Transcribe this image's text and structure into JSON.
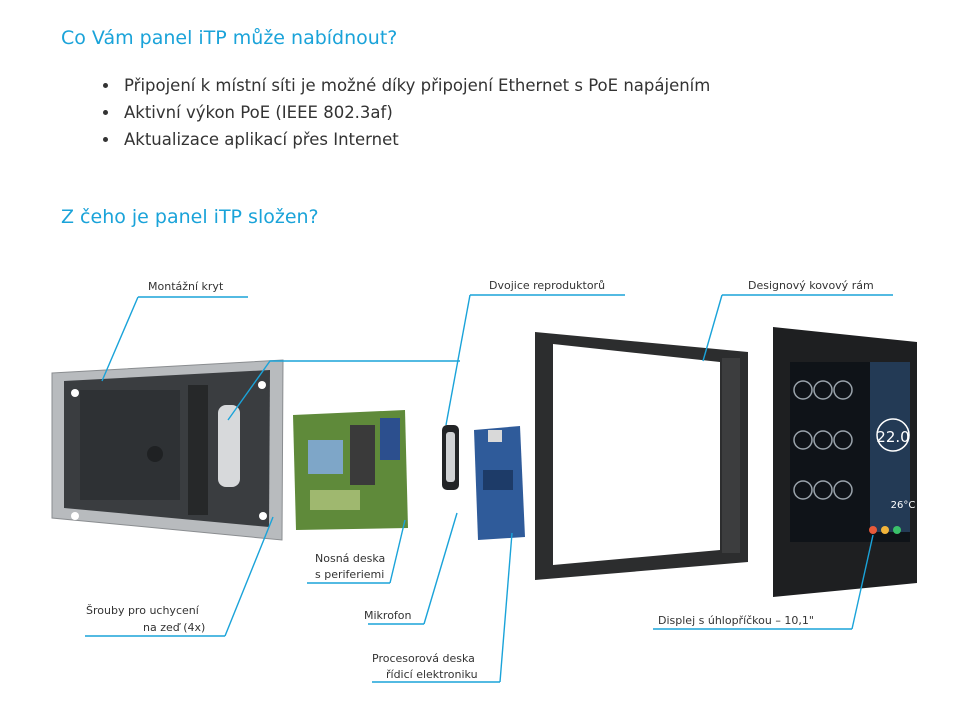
{
  "section1": {
    "heading": "Co Vám panel iTP může nabídnout?",
    "bullets": [
      "Připojení k místní síti je možné díky připojení Ethernet s PoE napájením",
      "Aktivní výkon PoE (IEEE 802.3af)",
      "Aktualizace aplikací přes Internet"
    ]
  },
  "section2": {
    "heading": "Z čeho je panel iTP složen?"
  },
  "diagram": {
    "labels": {
      "mounting_cover": "Montážní kryt",
      "speakers": "Dvojice reproduktorů",
      "frame": "Designový kovový rám",
      "carrier_board_line1": "Nosná deska",
      "carrier_board_line2": "s periferiemi",
      "screws_line1": "Šrouby pro uchycení",
      "screws_line2": "na zeď (4x)",
      "microphone": "Mikrofon",
      "cpu_board_line1": "Procesorová deska",
      "cpu_board_line2": "řídicí elektroniku",
      "display": "Displej s úhlopříčkou – 10,1\""
    },
    "screen": {
      "temperature": "22.0",
      "outdoor_temp": "26°C"
    },
    "accent_color": "#1aa3d9"
  }
}
